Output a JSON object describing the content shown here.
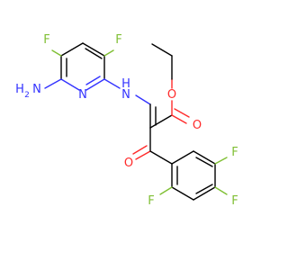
{
  "molecule": {
    "colors": {
      "carbon": "#000000",
      "nitrogen": "#3333ff",
      "oxygen": "#ff2a2a",
      "fluorine": "#7fbf33",
      "background": "#ffffff"
    },
    "labels": {
      "f_pyridine_left": "F",
      "f_pyridine_right": "F",
      "amino_h": "H",
      "amino_h_sub": "2",
      "amino_n": "N",
      "pyridine_n": "N",
      "amine_h": "H",
      "amine_n": "N",
      "ester_o": "O",
      "carbonyl_o_ester": "O",
      "ketone_o": "O",
      "f_aryl_ortho": "F",
      "f_aryl_meta": "F",
      "f_aryl_para": "F"
    }
  }
}
